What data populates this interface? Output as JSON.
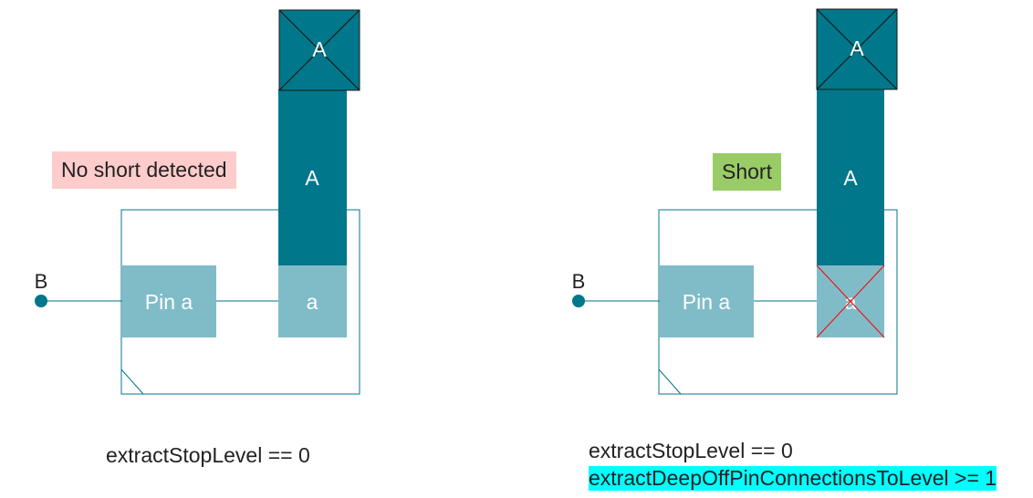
{
  "colors": {
    "teal_dark": "#00778a",
    "teal_light": "#80bcc8",
    "no_short_bg": "#ffcccc",
    "short_bg": "#99cc66",
    "highlight": "#00ffff",
    "cross_red": "#ff0000"
  },
  "left_panel": {
    "status": "No short detected",
    "net_label": "B",
    "pin_label": "Pin a",
    "port_label": "a",
    "wire_label": "A",
    "caption_line1": "extractStopLevel == 0"
  },
  "right_panel": {
    "status": "Short",
    "net_label": "B",
    "pin_label": "Pin a",
    "port_label": "a",
    "wire_label": "A",
    "caption_line1": "extractStopLevel == 0",
    "caption_line2": "extractDeepOffPinConnectionsToLevel >= 1"
  }
}
